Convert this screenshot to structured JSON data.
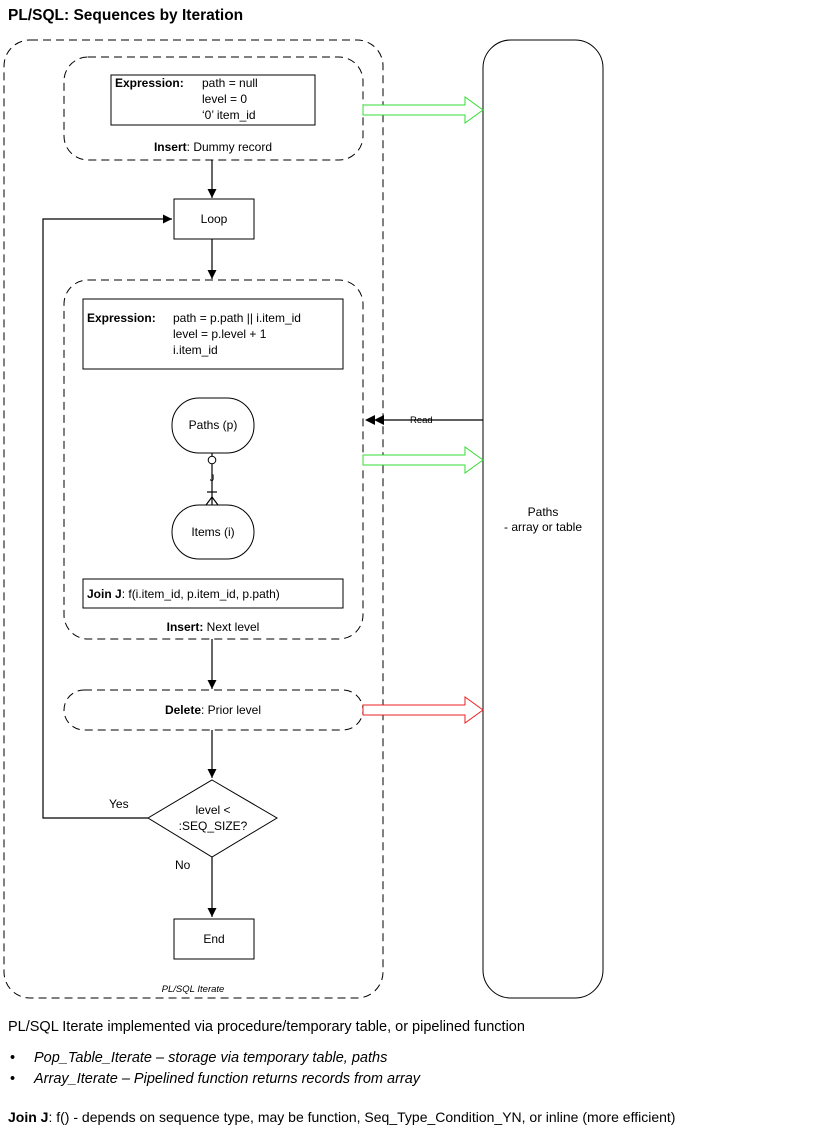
{
  "title": "PL/SQL: Sequences by Iteration",
  "dummy": {
    "expr_label": "Expression:",
    "expr_lines": [
      "path = null",
      "level = 0",
      "‘0’ item_id"
    ],
    "insert_label": "Insert",
    "insert_text": ": Dummy record"
  },
  "loop_label": "Loop",
  "next_level": {
    "expr_label": "Expression:",
    "expr_lines": [
      "path = p.path || i.item_id",
      "level = p.level + 1",
      "i.item_id"
    ],
    "paths_label": "Paths (p)",
    "items_label": "Items (i)",
    "join_marker": "J",
    "join_label": "Join J",
    "join_text": ": f(i.item_id, p.item_id, p.path)",
    "insert_label": "Insert:",
    "insert_text": " Next level"
  },
  "delete": {
    "label": "Delete",
    "text": ": Prior level"
  },
  "decision": {
    "line1": "level <",
    "line2": ":SEQ_SIZE?",
    "yes": "Yes",
    "no": "No"
  },
  "end_label": "End",
  "container_label": "PL/SQL Iterate",
  "paths_store": {
    "line1": "Paths",
    "line2": "- array or table"
  },
  "read_label": "Read",
  "colors": {
    "insert_arrow": "#33dd33",
    "delete_arrow": "#ee2222"
  },
  "footer": {
    "intro": "PL/SQL Iterate implemented via procedure/temporary table, or pipelined function",
    "bullets": [
      "Pop_Table_Iterate – storage via temporary table, paths",
      "Array_Iterate – Pipelined function returns records from array"
    ],
    "join_label": "Join J",
    "join_text": ": f() - depends on sequence type, may be function, Seq_Type_Condition_YN, or inline (more efficient)"
  }
}
